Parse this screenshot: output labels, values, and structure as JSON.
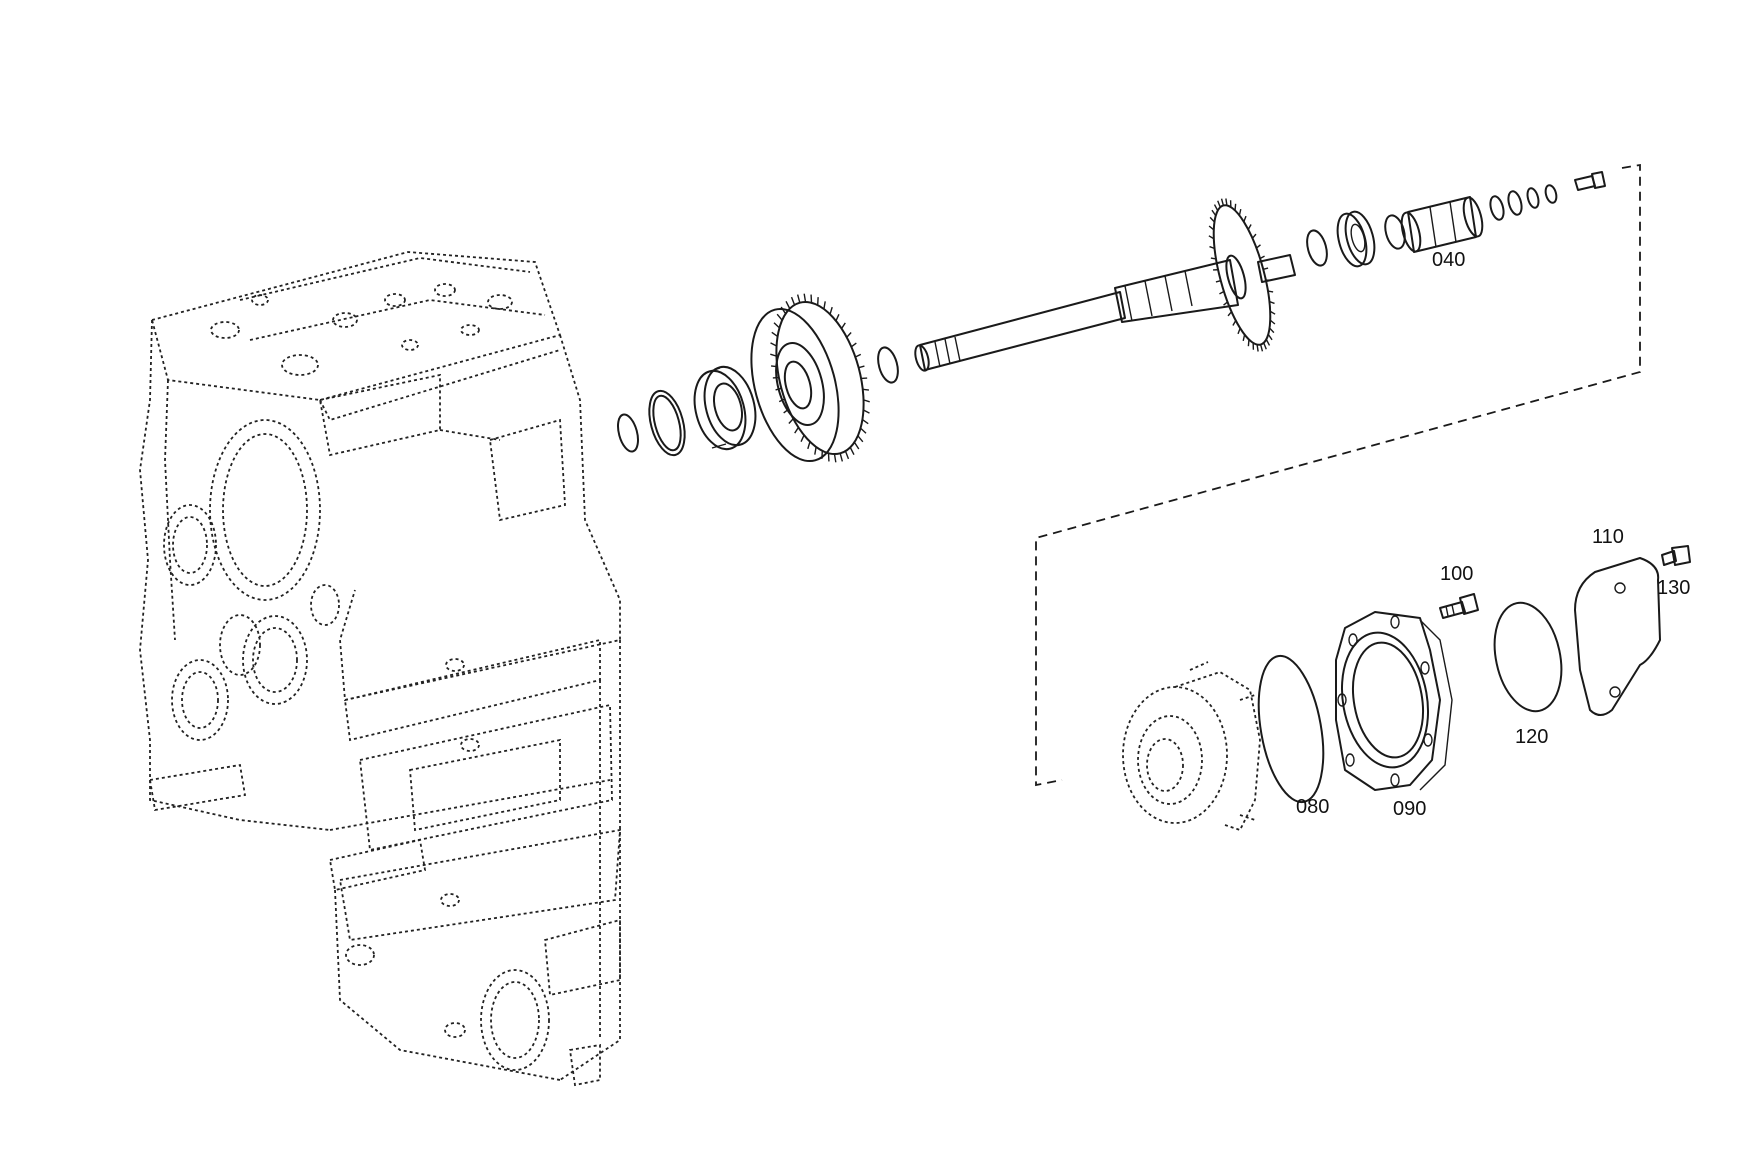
{
  "callouts": [
    {
      "id": "040",
      "label": "040"
    },
    {
      "id": "080",
      "label": "080"
    },
    {
      "id": "090",
      "label": "090"
    },
    {
      "id": "100",
      "label": "100"
    },
    {
      "id": "110",
      "label": "110"
    },
    {
      "id": "120",
      "label": "120"
    },
    {
      "id": "130",
      "label": "130"
    }
  ],
  "colors": {
    "ink": "#1a1a1a",
    "background": "#ffffff"
  }
}
